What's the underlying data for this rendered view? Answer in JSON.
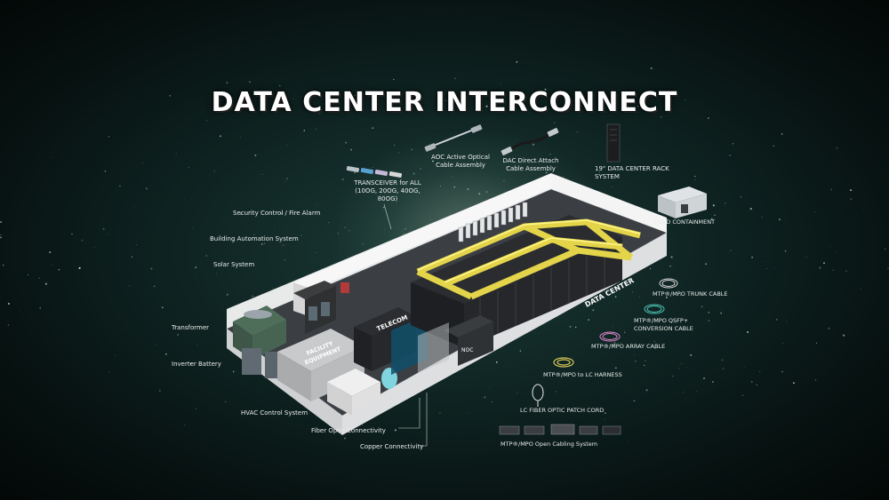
{
  "title": "DATA CENTER INTERCONNECT",
  "colors": {
    "background": "#0a1a18",
    "tray_yellow": "#e6d84a",
    "floor": "#3a3e42",
    "wall": "#f2f2f2"
  },
  "building_labels": {
    "telecom": "TELECOM",
    "facility": "FACILITY\nEQUIPMENT",
    "data_center": "DATA CENTER",
    "noc": "NOC"
  },
  "left_labels": [
    {
      "id": "security",
      "text": "Security Control / Fire Alarm"
    },
    {
      "id": "automation",
      "text": "Building Automation System"
    },
    {
      "id": "solar",
      "text": "Solar System"
    },
    {
      "id": "transformer",
      "text": "Transformer"
    },
    {
      "id": "inverter",
      "text": "Inverter Battery"
    },
    {
      "id": "hvac",
      "text": "HVAC Control System"
    },
    {
      "id": "fiber",
      "text": "Fiber Optic Connectivity"
    },
    {
      "id": "copper",
      "text": "Copper Connectivity"
    }
  ],
  "top_labels": [
    {
      "id": "transceiver",
      "text": "TRANSCEIVER for ALL\n(10OG, 20OG, 40OG, 80OG)"
    },
    {
      "id": "aoc",
      "text": "AOC Active Optical\nCable Assembly"
    },
    {
      "id": "dac",
      "text": "DAC Direct Attach\nCable Assembly"
    },
    {
      "id": "rack",
      "text": "19\" DATA CENTER RACK\nSYSTEM"
    },
    {
      "id": "cold",
      "text": "COLD CONTAINMENT"
    }
  ],
  "right_labels": [
    {
      "id": "trunk",
      "text": "MTP®/MPO TRUNK CABLE"
    },
    {
      "id": "qsfp",
      "text": "MTP®/MPO QSFP+\nCONVERSION CABLE"
    },
    {
      "id": "array",
      "text": "MTP®/MPO ARRAY CABLE"
    },
    {
      "id": "lc_harness",
      "text": "MTP®/MPO to LC HARNESS"
    },
    {
      "id": "patch",
      "text": "LC FIBER OPTIC PATCH CORD"
    },
    {
      "id": "open",
      "text": "MTP®/MPO Open Cabling System"
    }
  ]
}
